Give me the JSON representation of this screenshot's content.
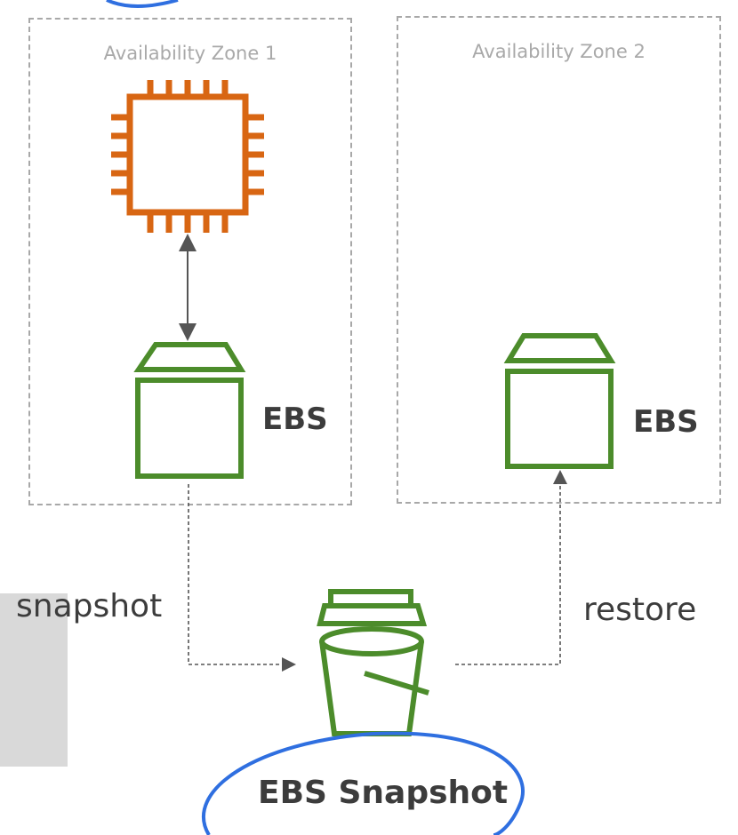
{
  "zones": [
    {
      "label": "Availability Zone 1"
    },
    {
      "label": "Availability Zone 2"
    }
  ],
  "ebs_label_1": "EBS",
  "ebs_label_2": "EBS",
  "snapshot_label": "snapshot",
  "restore_label": "restore",
  "snapshot_store_label": "EBS Snapshot",
  "colors": {
    "ec2": "#d86613",
    "ebs": "#4c8c2b",
    "circle": "#2f6fe0",
    "dashed_border": "#a8a8a8",
    "arrow": "#555555"
  },
  "icons": [
    "ec2-instance-icon",
    "ebs-volume-icon",
    "s3-bucket-icon"
  ]
}
